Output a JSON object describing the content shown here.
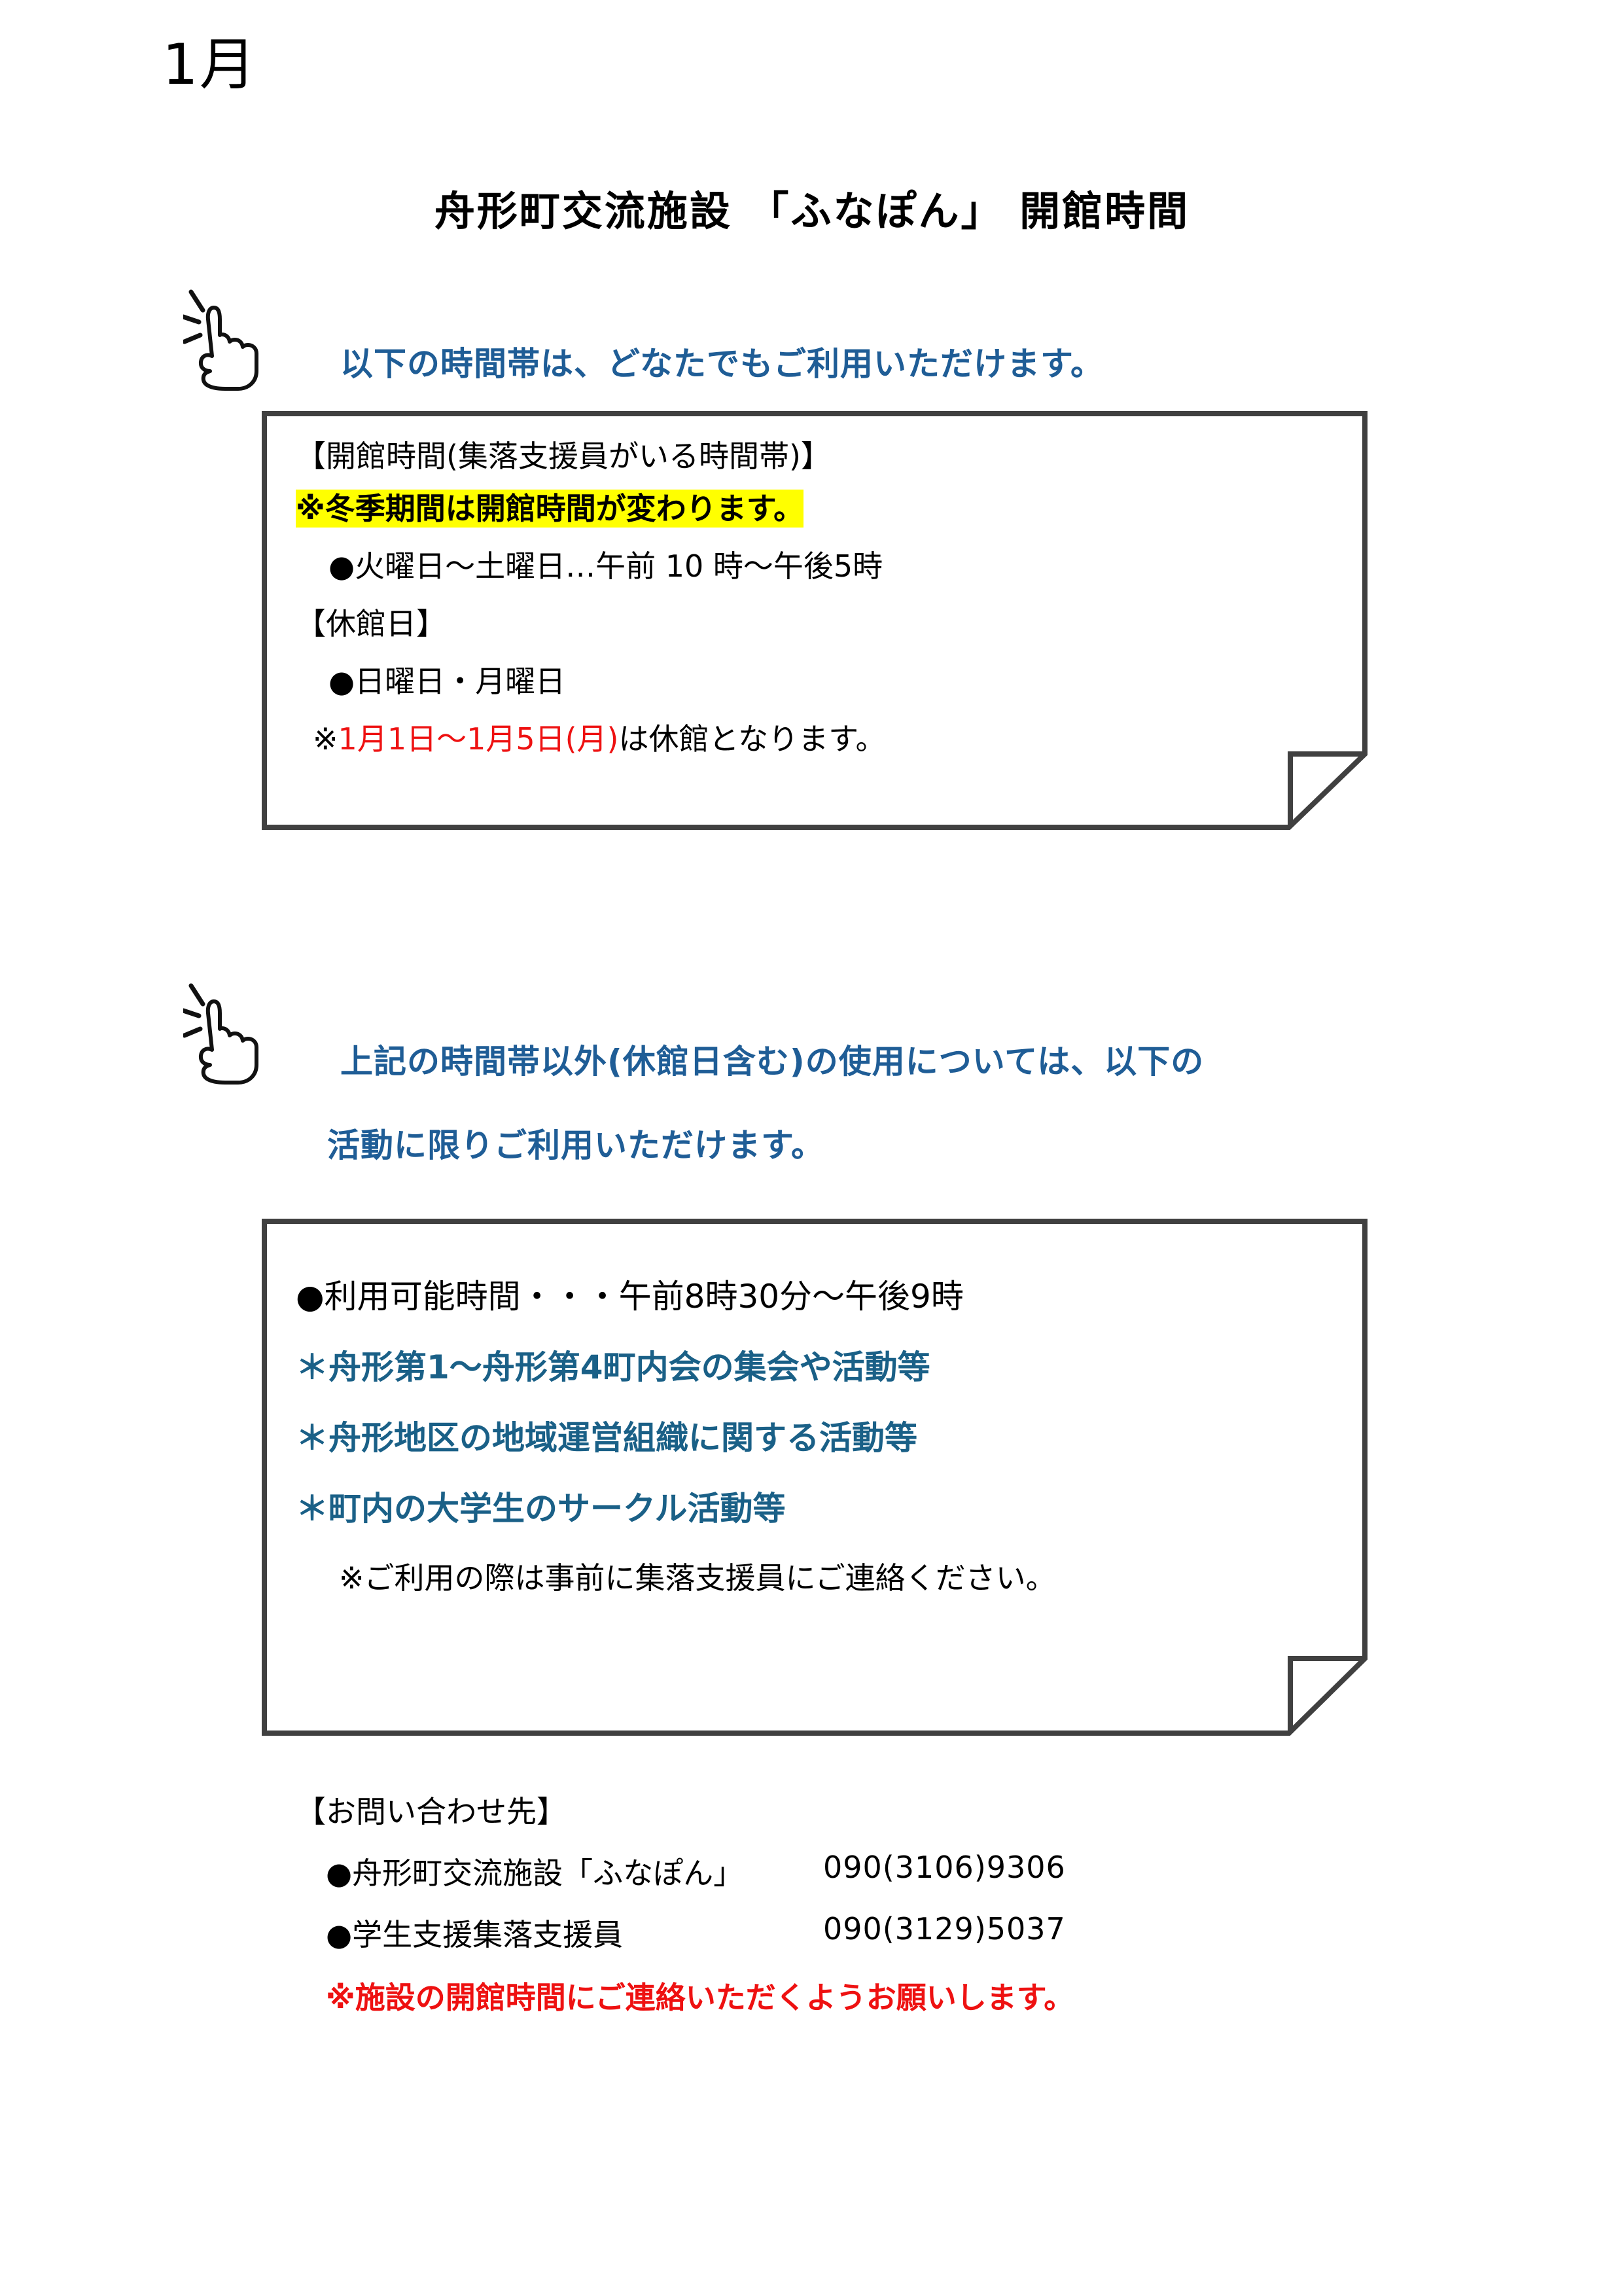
{
  "document": {
    "month_label": "1月",
    "title": "舟形町交流施設 「ふなぽん」 開館時間"
  },
  "section_one": {
    "pointer_icon": "pointing-hand-icon",
    "intro": "以下の時間帯は、どなたでもご利用いただけます。",
    "box": {
      "heading": "【開館時間(集落支援員がいる時間帯)】",
      "highlight_note": "※冬季期間は開館時間が変わります。",
      "hours_item": "●火曜日～土曜日…午前 10 時～午後5時",
      "closed_heading": "【休館日】",
      "closed_item": "●日曜日・月曜日",
      "closed_note_prefix": "※",
      "closed_note_red": "1月1日～1月5日(月)",
      "closed_note_suffix": "は休館となります。"
    }
  },
  "section_two": {
    "pointer_icon": "pointing-hand-icon",
    "intro_line1": "上記の時間帯以外(休館日含む)の使用については、以下の",
    "intro_line2": "活動に限りご利用いただけます。",
    "box": {
      "hours_item": "●利用可能時間・・・午前8時30分～午後9時",
      "activities": [
        "＊舟形第1～舟形第4町内会の集会や活動等",
        "＊舟形地区の地域運営組織に関する活動等",
        "＊町内の大学生のサークル活動等"
      ],
      "note": "※ご利用の際は事前に集落支援員にご連絡ください。"
    }
  },
  "contact": {
    "heading": "【お問い合わせ先】",
    "rows": [
      {
        "name": "●舟形町交流施設「ふなぽん」",
        "tel": "090(3106)9306"
      },
      {
        "name": "●学生支援集落支援員",
        "tel": "090(3129)5037"
      }
    ],
    "note": "※施設の開館時間にご連絡いただくようお願いします。"
  },
  "colors": {
    "blue_text": "#1f5d96",
    "teal_text": "#1a6087",
    "red_text": "#ee1111",
    "highlight": "#ffff00",
    "box_border": "#404040"
  }
}
